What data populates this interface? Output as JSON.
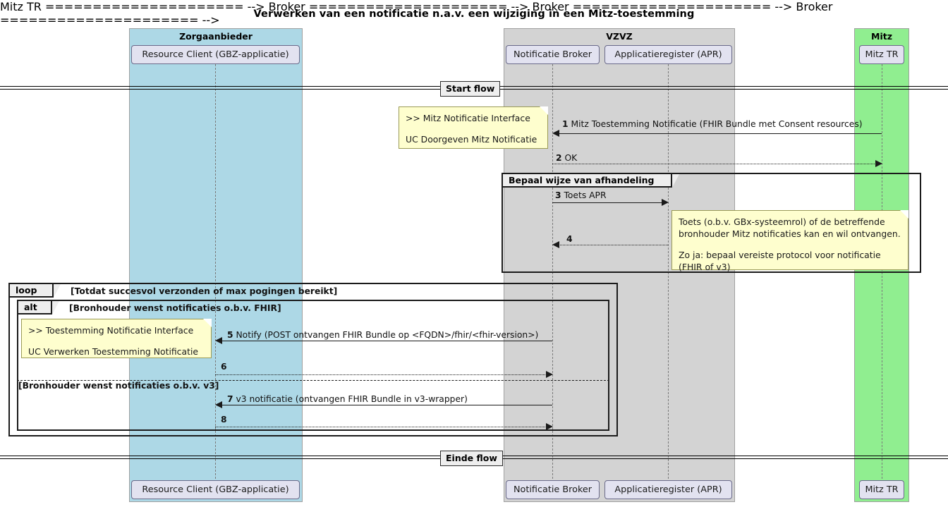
{
  "title": "Verwerken van een notificatie n.a.v. een wijziging in een Mitz-toestemming",
  "groups": [
    {
      "name": "Zorgaanbieder",
      "color": "#ADD8E6"
    },
    {
      "name": "VZVZ",
      "color": "#D3D3D3"
    },
    {
      "name": "Mitz",
      "color": "#90EE90"
    }
  ],
  "participants": [
    {
      "name": "Resource Client (GBZ-applicatie)"
    },
    {
      "name": "Notificatie Broker"
    },
    {
      "name": "Applicatieregister (APR)"
    },
    {
      "name": "Mitz TR"
    }
  ],
  "delimiters": {
    "start": "Start flow",
    "end": "Einde flow"
  },
  "messages": [
    {
      "seq": "1",
      "text": "Mitz Toestemming Notificatie (FHIR Bundle met Consent resources)"
    },
    {
      "seq": "2",
      "text": "OK"
    },
    {
      "seq": "3",
      "text": "Toets APR"
    },
    {
      "seq": "4",
      "text": ""
    },
    {
      "seq": "5",
      "text": "Notify (POST ontvangen FHIR Bundle op <FQDN>/fhir/<fhir-version>)"
    },
    {
      "seq": "6",
      "text": ""
    },
    {
      "seq": "7",
      "text": "v3 notificatie (ontvangen FHIR Bundle in v3-wrapper)"
    },
    {
      "seq": "8",
      "text": ""
    }
  ],
  "notes": [
    {
      "id": "note-mitz-interface",
      "line1": ">> Mitz Notificatie Interface",
      "line2": "UC Doorgeven Mitz Notificatie"
    },
    {
      "id": "note-toets",
      "line1": "Toets (o.b.v. GBx-systeemrol) of de betreffende",
      "line2": "bronhouder Mitz notificaties kan en wil ontvangen.",
      "line3": "Zo ja: bepaal vereiste protocol voor notificatie",
      "line4": "(FHIR of v3)"
    },
    {
      "id": "note-toestemming-interface",
      "line1": ">> Toestemming Notificatie Interface",
      "line2": "UC Verwerken Toestemming Notificatie"
    }
  ],
  "fragments": [
    {
      "id": "group-bepaal",
      "label": "Bepaal wijze van afhandeling",
      "condition": ""
    },
    {
      "id": "loop",
      "label": "loop",
      "condition": "[Totdat succesvol verzonden of max pogingen bereikt]"
    },
    {
      "id": "alt",
      "label": "alt",
      "condition": "[Bronhouder wenst notificaties o.b.v. FHIR]",
      "else_condition": "[Bronhouder wenst notificaties o.b.v. v3]"
    }
  ]
}
